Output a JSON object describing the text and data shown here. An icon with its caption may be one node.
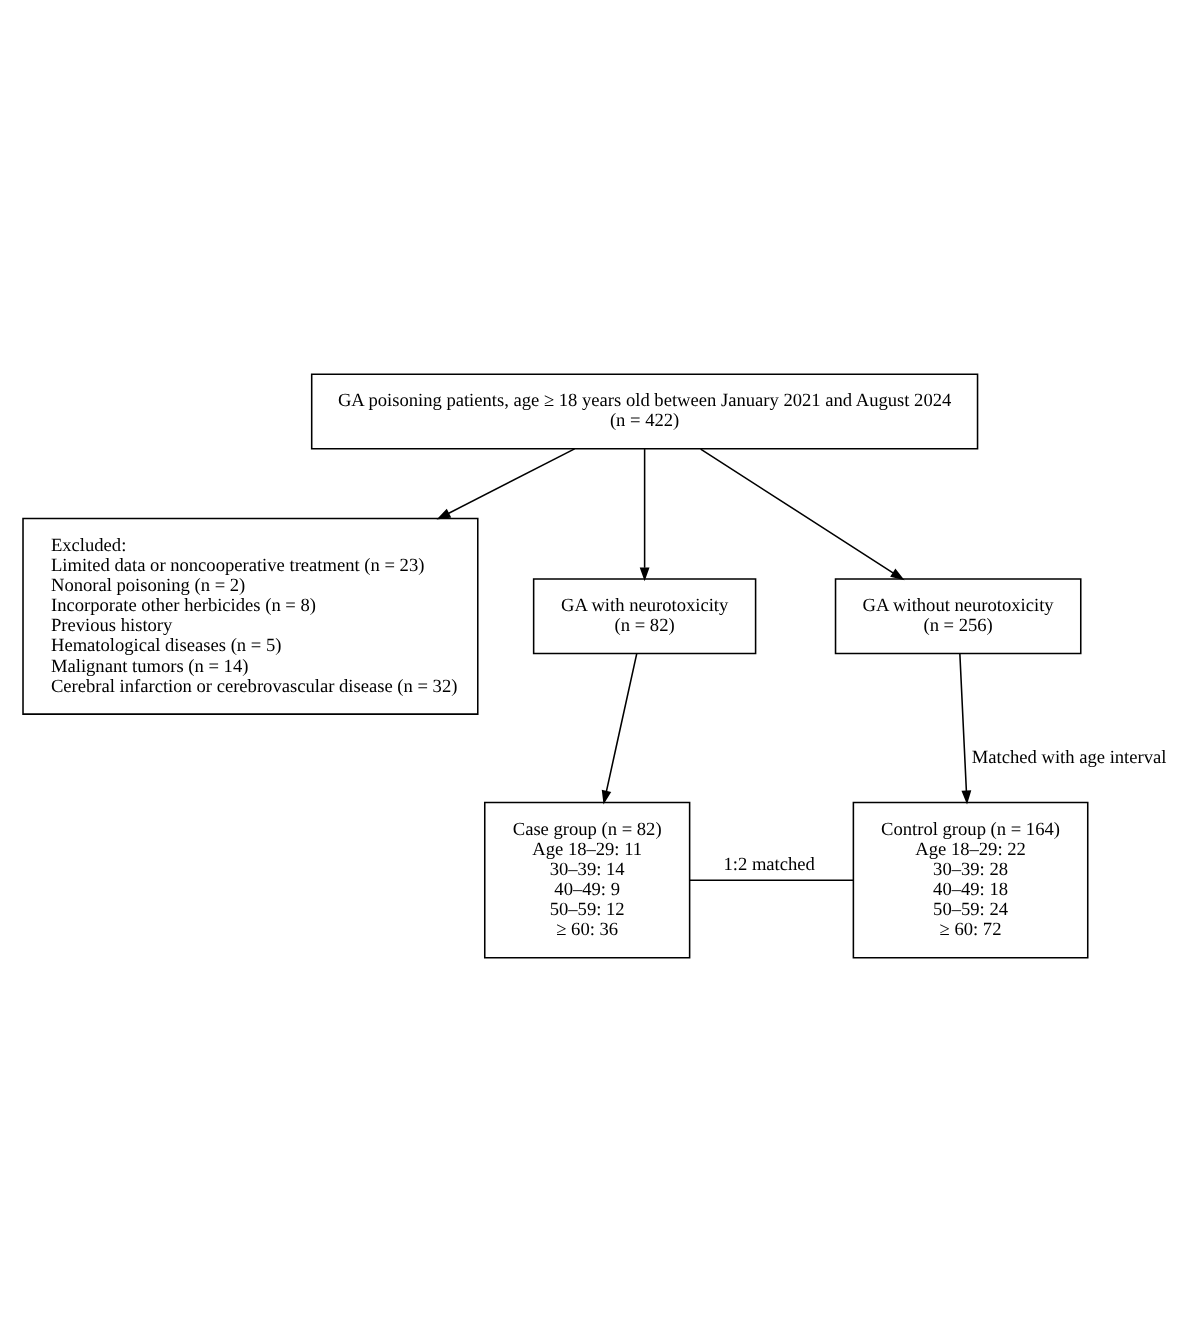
{
  "diagram": {
    "nodes": [
      {
        "text": [
          "GA poisoning patients, age ≥ 18 years old between January 2021 and August 2024",
          "(n = 422)"
        ]
      },
      {
        "text": [
          "Excluded:",
          "Limited data or noncooperative treatment (n = 23)",
          "Nonoral poisoning (n = 2)",
          "Incorporate other herbicides (n = 8)",
          "Previous history",
          "Hematological diseases (n = 5)",
          "Malignant tumors (n = 14)",
          "Cerebral infarction or cerebrovascular disease (n = 32)"
        ]
      },
      {
        "text": [
          "GA with neurotoxicity",
          "(n = 82)"
        ]
      },
      {
        "text": [
          "GA without neurotoxicity",
          "(n = 256)"
        ]
      },
      {
        "text": [
          "Case group (n = 82)",
          "Age 18–29: 11",
          "30–39: 14",
          "40–49: 9",
          "50–59: 12",
          "≥ 60: 36"
        ]
      },
      {
        "text": [
          "Control group (n = 164)",
          "Age 18–29: 22",
          "30–39: 28",
          "40–49: 18",
          "50–59: 24",
          "≥ 60: 72"
        ]
      }
    ],
    "edges": [
      {
        "from": 0,
        "to": 1,
        "arrow": "to"
      },
      {
        "from": 0,
        "to": 2,
        "arrow": "to"
      },
      {
        "from": 0,
        "to": 3,
        "arrow": "to"
      },
      {
        "from": 2,
        "to": 4,
        "arrow": "to"
      },
      {
        "from": 3,
        "to": 5,
        "arrow": "to",
        "label": "Matched with age interval"
      },
      {
        "from": 4,
        "to": 5,
        "arrow": "none",
        "label": "1:2 matched"
      }
    ]
  }
}
